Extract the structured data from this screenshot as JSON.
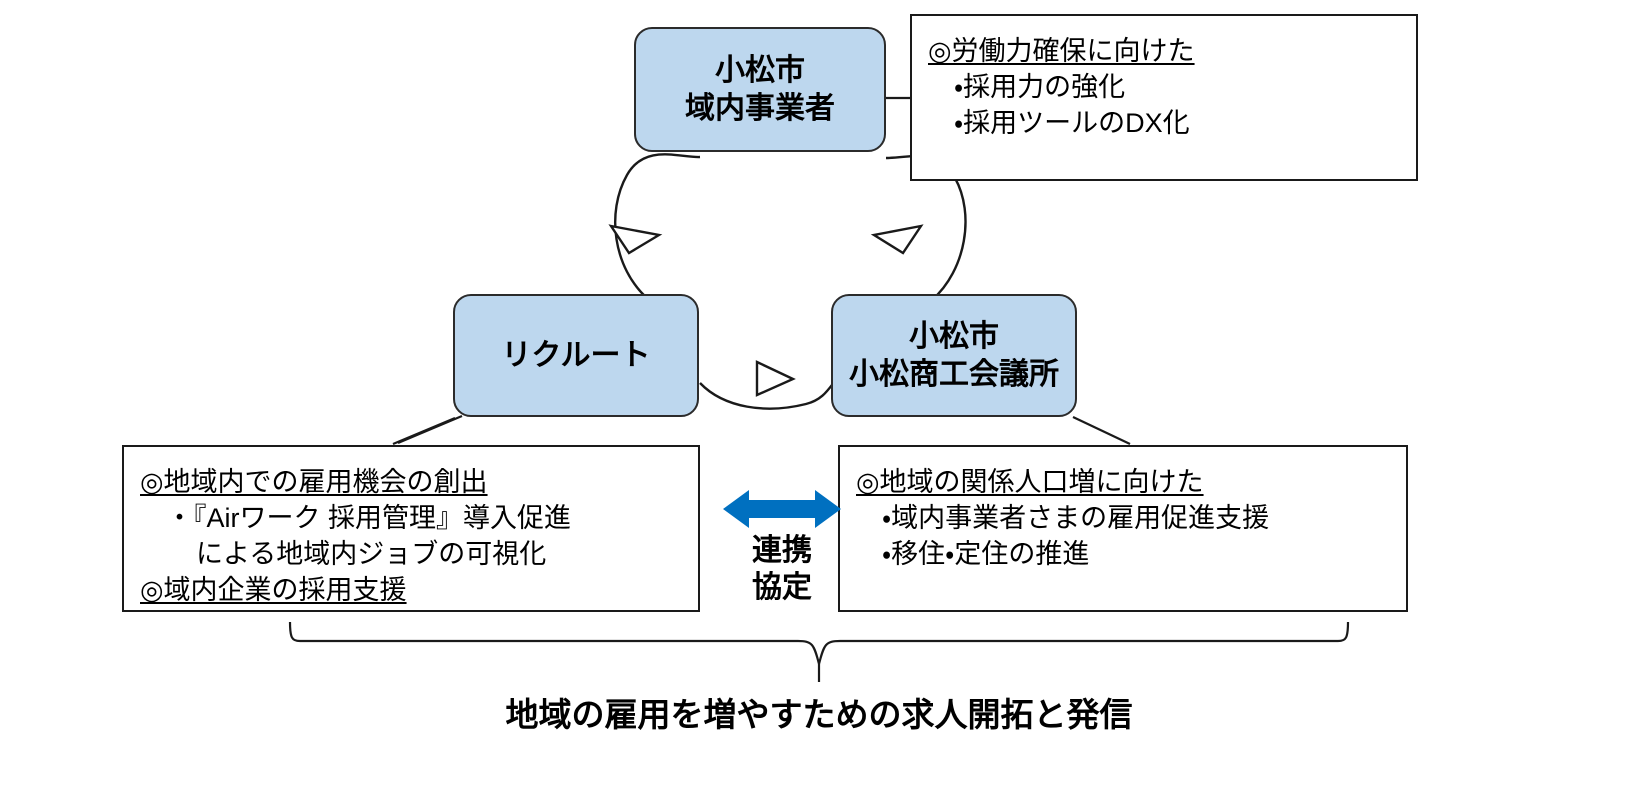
{
  "diagram": {
    "title": "連携協定スキーム図",
    "colors": {
      "node_fill": "#BDD7EE",
      "node_border": "#2B2B2B",
      "box_border": "#1A1A1A",
      "arrow_blue": "#0070C0",
      "text": "#000000",
      "background": "#FFFFFF"
    }
  },
  "nodes": {
    "top": {
      "line1": "小松市",
      "line2": "域内事業者"
    },
    "left": {
      "line1": "リクルート"
    },
    "right": {
      "line1": "小松市",
      "line2": "小松商工会議所"
    }
  },
  "details": {
    "top_right": {
      "heading": "◎労働力確保に向けた",
      "items": [
        "・採用力の強化",
        "・採用ツールのDX化"
      ]
    },
    "bottom_left": {
      "heading": "◎地域内での雇用機会の創出",
      "item1": "・『Airワーク 採用管理』導入促進",
      "item1_cont": "による地域内ジョブの可視化",
      "heading2": "◎域内企業の採用支援"
    },
    "bottom_right": {
      "heading": "◎地域の関係人口増に向けた",
      "items": [
        "・域内事業者さまの雇用促進支援",
        "・移住・定住の推進"
      ]
    }
  },
  "link": {
    "label_line1": "連携",
    "label_line2": "協定",
    "arrow_type": "double-headed-horizontal"
  },
  "caption": {
    "text": "地域の雇用を増やすための求人開拓と発信"
  },
  "cycle": {
    "description": "小松市 域内事業者・リクルート・小松商工会議所の三者循環",
    "arrowheads": [
      "left-up",
      "right-up",
      "bottom-right"
    ]
  }
}
